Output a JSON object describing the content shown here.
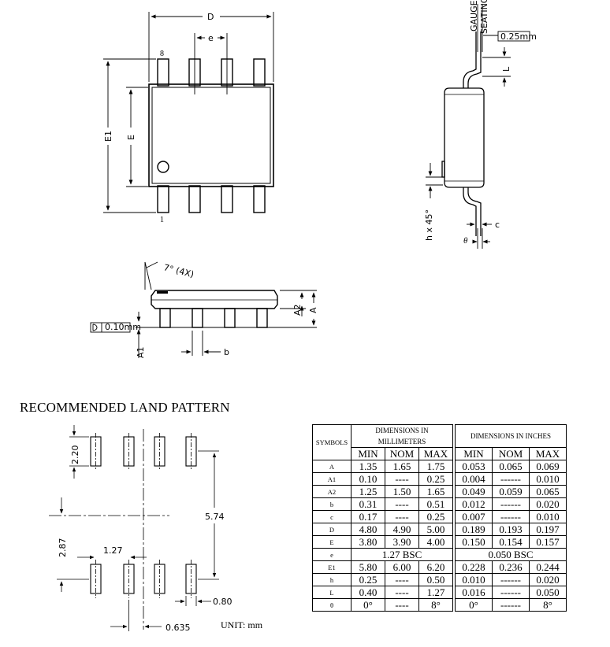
{
  "top_view": {
    "dim_D": "D",
    "dim_e": "e",
    "dim_E1": "E1",
    "dim_E": "E",
    "pin_8": "8",
    "pin_1": "1"
  },
  "side_view": {
    "angle_note": "7° (4X)",
    "coplanarity": "0.10mm",
    "dim_A2": "A2",
    "dim_A": "A",
    "dim_A1": "A1",
    "dim_b": "b"
  },
  "end_view": {
    "gauge_plane": "GAUGE PLANE",
    "seating_plane": "SEATING PLANE",
    "gauge_value": "0.25mm",
    "dim_L": "L",
    "dim_h": "h x 45°",
    "dim_c": "c",
    "dim_theta": "θ"
  },
  "land_pattern": {
    "title": "RECOMMENDED LAND PATTERN",
    "dim_220": "2.20",
    "dim_574": "5.74",
    "dim_287": "2.87",
    "dim_127": "1.27",
    "dim_080": "0.80",
    "dim_0635": "0.635",
    "unit": "UNIT: mm"
  },
  "table": {
    "symbols_header": "SYMBOLS",
    "mm_header": "DIMENSIONS IN MILLIMETERS",
    "in_header": "DIMENSIONS IN INCHES",
    "sub_headers": [
      "MIN",
      "NOM",
      "MAX"
    ],
    "rows": [
      {
        "sym": "A",
        "mm": [
          "1.35",
          "1.65",
          "1.75"
        ],
        "in": [
          "0.053",
          "0.065",
          "0.069"
        ]
      },
      {
        "sym": "A1",
        "mm": [
          "0.10",
          "----",
          "0.25"
        ],
        "in": [
          "0.004",
          "------",
          "0.010"
        ]
      },
      {
        "sym": "A2",
        "mm": [
          "1.25",
          "1.50",
          "1.65"
        ],
        "in": [
          "0.049",
          "0.059",
          "0.065"
        ]
      },
      {
        "sym": "b",
        "mm": [
          "0.31",
          "----",
          "0.51"
        ],
        "in": [
          "0.012",
          "------",
          "0.020"
        ]
      },
      {
        "sym": "c",
        "mm": [
          "0.17",
          "----",
          "0.25"
        ],
        "in": [
          "0.007",
          "------",
          "0.010"
        ]
      },
      {
        "sym": "D",
        "mm": [
          "4.80",
          "4.90",
          "5.00"
        ],
        "in": [
          "0.189",
          "0.193",
          "0.197"
        ]
      },
      {
        "sym": "E",
        "mm": [
          "3.80",
          "3.90",
          "4.00"
        ],
        "in": [
          "0.150",
          "0.154",
          "0.157"
        ]
      },
      {
        "sym": "e",
        "mm_bsc": "1.27 BSC",
        "in_bsc": "0.050 BSC"
      },
      {
        "sym": "E1",
        "mm": [
          "5.80",
          "6.00",
          "6.20"
        ],
        "in": [
          "0.228",
          "0.236",
          "0.244"
        ]
      },
      {
        "sym": "h",
        "mm": [
          "0.25",
          "----",
          "0.50"
        ],
        "in": [
          "0.010",
          "------",
          "0.020"
        ]
      },
      {
        "sym": "L",
        "mm": [
          "0.40",
          "----",
          "1.27"
        ],
        "in": [
          "0.016",
          "------",
          "0.050"
        ]
      },
      {
        "sym": "θ",
        "mm": [
          "0°",
          "----",
          "8°"
        ],
        "in": [
          "0°",
          "------",
          "8°"
        ]
      }
    ]
  }
}
